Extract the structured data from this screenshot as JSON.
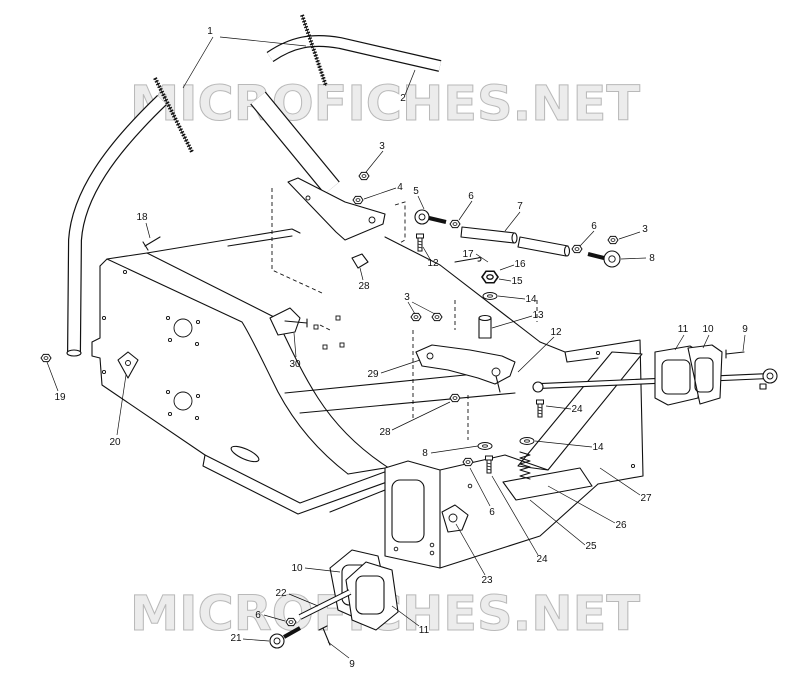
{
  "watermark": "MICROFICHES.NET",
  "callouts": [
    "1",
    "2",
    "3",
    "4",
    "5",
    "6",
    "7",
    "6",
    "3",
    "8",
    "18",
    "17",
    "16",
    "12",
    "15",
    "28",
    "14",
    "3",
    "13",
    "12",
    "30",
    "29",
    "11",
    "10",
    "9",
    "19",
    "20",
    "24",
    "28",
    "14",
    "8",
    "27",
    "6",
    "26",
    "25",
    "24",
    "23",
    "10",
    "22",
    "6",
    "11",
    "21",
    "9"
  ]
}
